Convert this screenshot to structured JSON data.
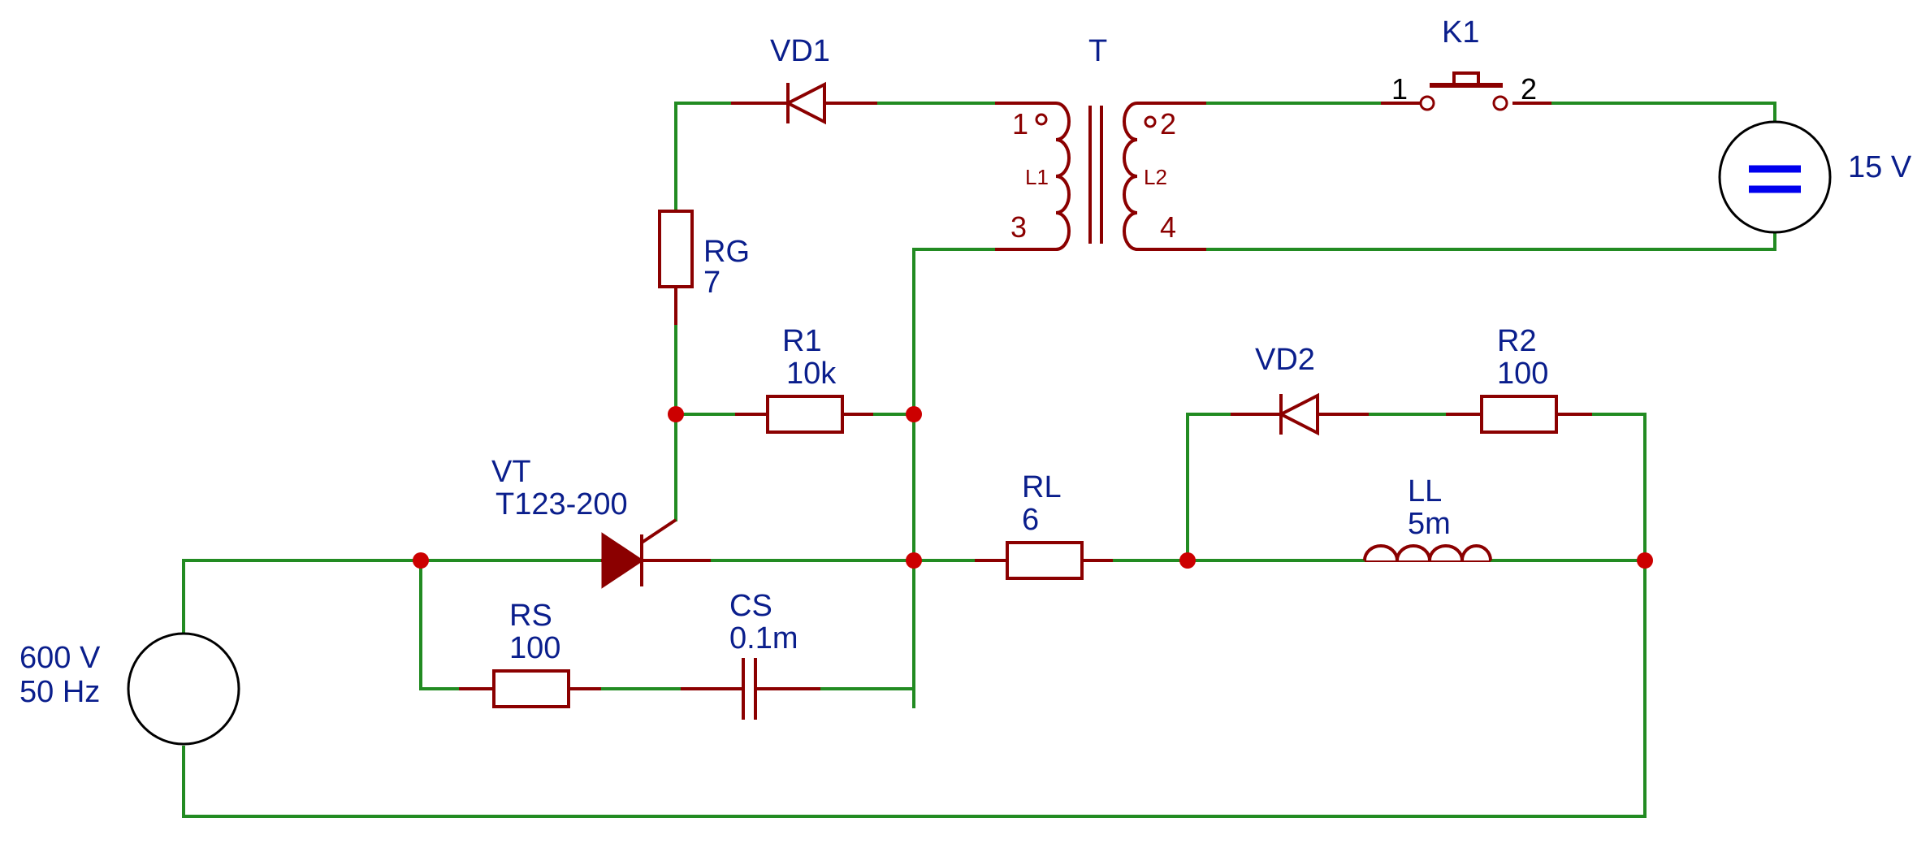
{
  "source_ac": {
    "voltage": "600 V",
    "frequency": "50 Hz"
  },
  "source_dc": {
    "voltage": "15 V"
  },
  "VD1": {
    "name": "VD1"
  },
  "VD2": {
    "name": "VD2"
  },
  "transformer": {
    "name": "T",
    "primary": "L1",
    "secondary": "L2",
    "pins": {
      "p1": "1",
      "p2": "2",
      "p3": "3",
      "p4": "4"
    }
  },
  "K1": {
    "name": "K1",
    "pin1": "1",
    "pin2": "2"
  },
  "RG": {
    "name": "RG",
    "value": "7"
  },
  "R1": {
    "name": "R1",
    "value": "10k"
  },
  "VT": {
    "name": "VT",
    "model": "T123-200"
  },
  "RL": {
    "name": "RL",
    "value": "6"
  },
  "R2": {
    "name": "R2",
    "value": "100"
  },
  "LL": {
    "name": "LL",
    "value": "5m"
  },
  "RS": {
    "name": "RS",
    "value": "100"
  },
  "CS": {
    "name": "CS",
    "value": "0.1m"
  },
  "colors": {
    "wire": "#228B22",
    "component": "#8B0000",
    "junction": "#CC0000",
    "label": "#0A1E8C",
    "dc_symbol": "#0000EE"
  }
}
